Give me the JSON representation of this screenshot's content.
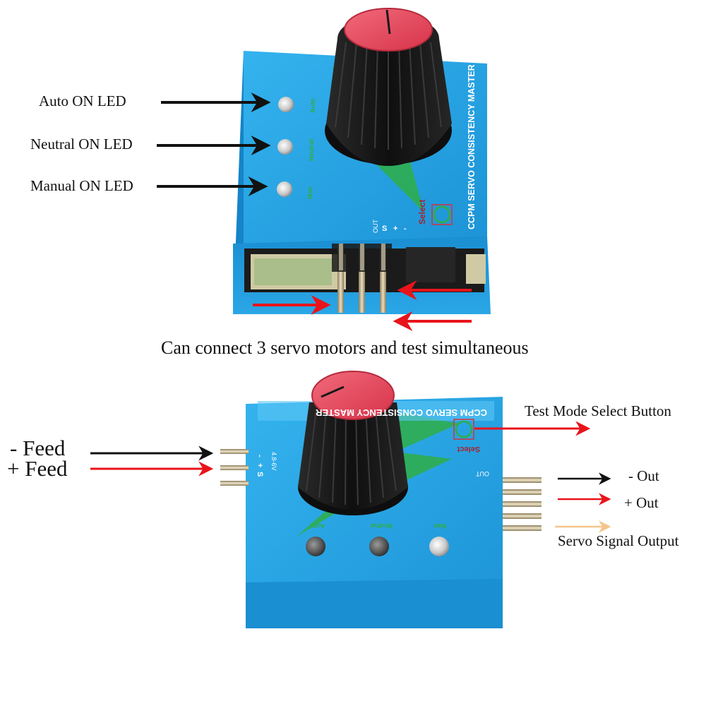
{
  "top_device": {
    "brand_text": "CCPM SERVO CONSISTENCY MASTER",
    "led_labels": [
      "Auto",
      "Neutral",
      "Man"
    ],
    "select_label": "Select",
    "out_label": "OUT",
    "pin_labels": [
      "S",
      "+",
      "-"
    ]
  },
  "callouts_top": {
    "auto_led": "Auto ON LED",
    "neutral_led": "Neutral ON LED",
    "manual_led": "Manual ON LED"
  },
  "caption": "Can connect 3 servo motors and test simultaneous",
  "bottom_device": {
    "brand_text": "CCPM SERVO CONSISTENCY MASTER",
    "led_labels": [
      "Auto",
      "Neutral",
      "Man"
    ],
    "select_label": "Select",
    "out_label": "OUT",
    "voltage_label": "4.8-6V",
    "pin_labels": [
      "-",
      "+",
      "S"
    ]
  },
  "callouts_bottom": {
    "minus_feed": "- Feed",
    "plus_feed": "+ Feed",
    "test_mode": "Test Mode Select Button",
    "minus_out": "- Out",
    "plus_out": "+ Out",
    "servo_signal": "Servo Signal Output"
  },
  "colors": {
    "device_blue": "#1f9fe0",
    "knob_red": "#e8465a",
    "knob_black": "#1b1b1b",
    "arrow_black": "#111111",
    "arrow_red": "#e8141b",
    "arrow_orange": "#f5c58a",
    "led_green": "#2fae47"
  }
}
